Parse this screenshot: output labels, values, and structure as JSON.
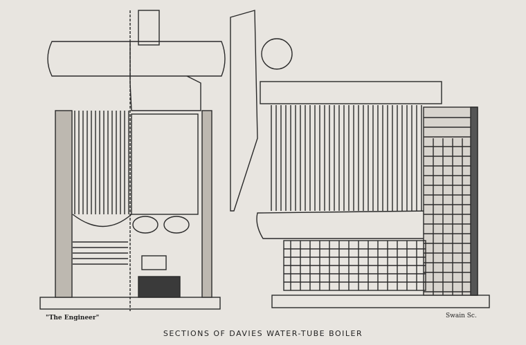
{
  "figure": {
    "title": "SECTIONS OF DAVIES WATER-TUBE BOILER",
    "source_credit": "\"The Engineer\"",
    "engraver_credit": "Swain Sc.",
    "line_color": "#2a2a2a",
    "paper_color": "#e8e5e0"
  }
}
